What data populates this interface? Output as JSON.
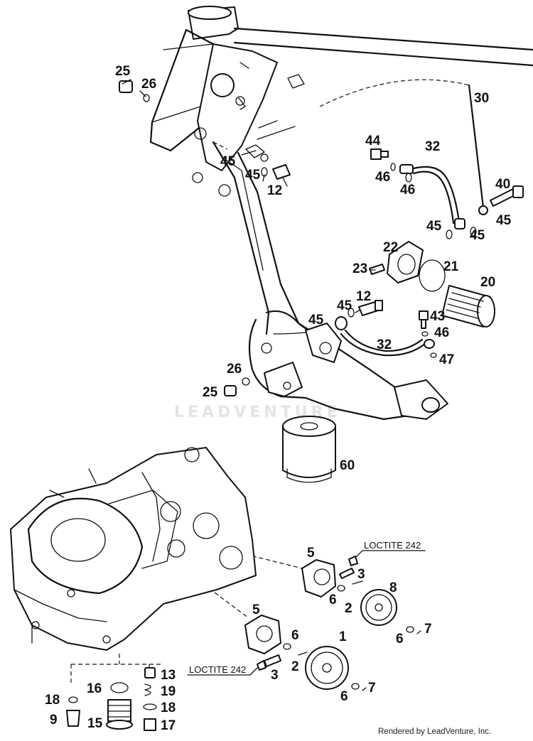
{
  "watermark": "LEADVENTURE",
  "credit": "Rendered by LeadVenture, Inc.",
  "callouts": {
    "c25a": "25",
    "c26a": "26",
    "c30": "30",
    "c44": "44",
    "c32a": "32",
    "c46a": "46",
    "c46b": "46",
    "c45a": "45",
    "c45b": "45",
    "c12a": "12",
    "c40": "40",
    "c45c": "45",
    "c45d": "45",
    "c45e": "45",
    "c22": "22",
    "c23": "23",
    "c21": "21",
    "c20": "20",
    "c12b": "12",
    "c45f": "45",
    "c43": "43",
    "c46c": "46",
    "c47": "47",
    "c32b": "32",
    "c26b": "26",
    "c25b": "25",
    "c60": "60",
    "c5a": "5",
    "c3a": "3",
    "c8": "8",
    "c6a": "6",
    "c2a": "2",
    "c6b": "6",
    "c7a": "7",
    "c5b": "5",
    "c6c": "6",
    "c1": "1",
    "c2b": "2",
    "c3b": "3",
    "c6d": "6",
    "c7b": "7",
    "c13": "13",
    "c16": "16",
    "c19": "19",
    "c18a": "18",
    "c18b": "18",
    "c9": "9",
    "c15": "15",
    "c17": "17"
  },
  "notes": {
    "loctite_top": "LOCTITE 242",
    "loctite_bottom": "LOCTITE 242"
  }
}
